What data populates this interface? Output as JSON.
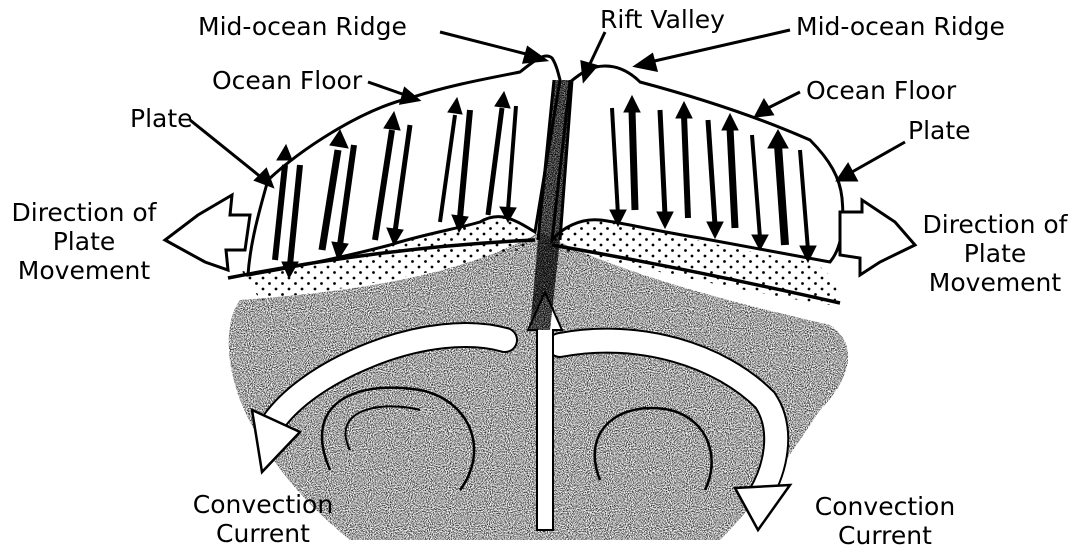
{
  "labels": {
    "mid_ocean_ridge_left": "Mid-ocean Ridge",
    "rift_valley": "Rift Valley",
    "mid_ocean_ridge_right": "Mid-ocean Ridge",
    "ocean_floor_left": "Ocean Floor",
    "ocean_floor_right": "Ocean Floor",
    "plate_left": "Plate",
    "plate_right": "Plate",
    "direction_left": [
      "Direction of",
      "Plate",
      "Movement"
    ],
    "direction_right": [
      "Direction of",
      "Plate",
      "Movement"
    ],
    "convection_left": [
      "Convection",
      "Current"
    ],
    "convection_right": [
      "Convection",
      "Current"
    ]
  }
}
